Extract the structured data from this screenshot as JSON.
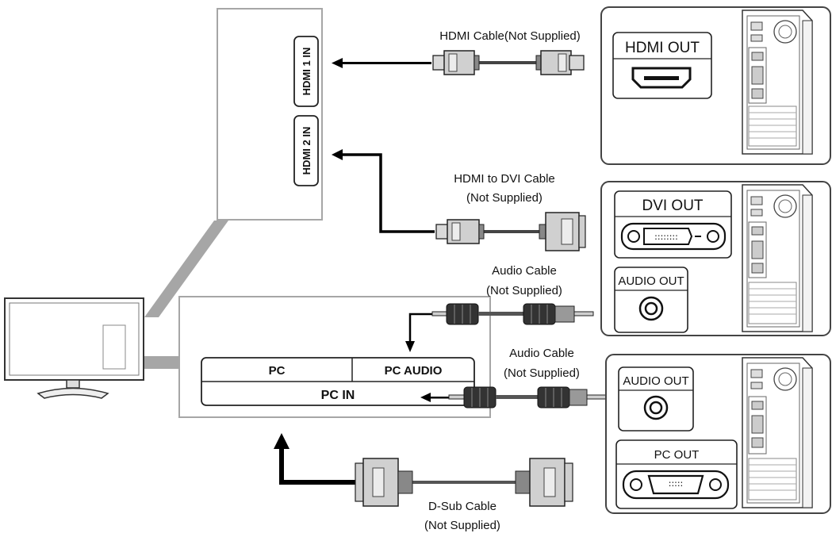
{
  "tv_panel_top": {
    "port_hdmi1": "HDMI 1 IN",
    "port_hdmi2": "HDMI 2 IN"
  },
  "tv_panel_bottom": {
    "col_pc": "PC",
    "col_pc_audio": "PC  AUDIO",
    "row_pc_in": "PC IN"
  },
  "cables": {
    "hdmi": "HDMI Cable(Not Supplied)",
    "hdmi_dvi_line1": "HDMI to DVI Cable",
    "hdmi_dvi_line2": "(Not Supplied)",
    "audio1_line1": "Audio Cable",
    "audio1_line2": "(Not Supplied)",
    "audio2_line1": "Audio Cable",
    "audio2_line2": "(Not Supplied)",
    "dsub_line1": "D-Sub Cable",
    "dsub_line2": "(Not Supplied)"
  },
  "pcs": {
    "pc1_port": "HDMI OUT",
    "pc2_port_video": "DVI OUT",
    "pc2_port_audio": "AUDIO OUT",
    "pc3_port_audio": "AUDIO OUT",
    "pc3_port_video": "PC OUT"
  },
  "colors": {
    "panel_border": "#a6a6a6",
    "connector_gray": "#bbbbbb",
    "arrow": "#000000"
  }
}
